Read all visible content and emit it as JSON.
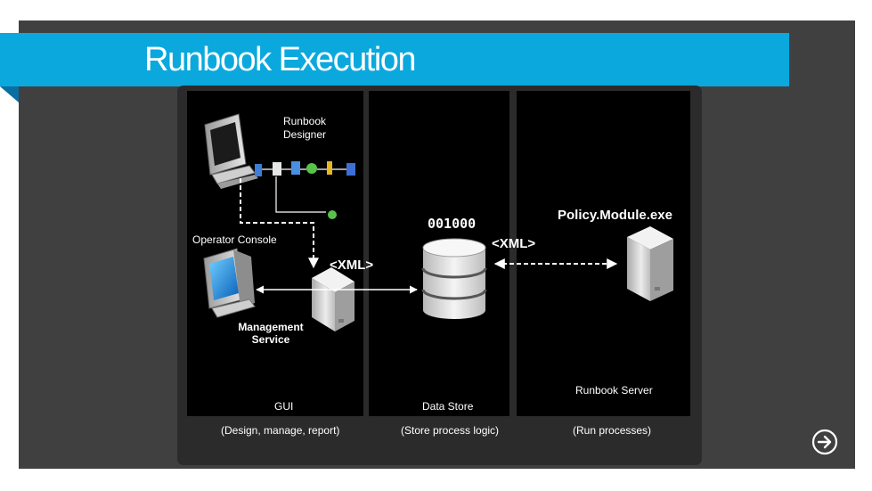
{
  "slide": {
    "title": "Runbook Execution"
  },
  "diagram": {
    "runbook_designer": "Runbook Designer",
    "operator_console": "Operator Console",
    "management_service": "Management Service",
    "binary_label": "001000",
    "xml_left": "<XML>",
    "xml_right": "<XML>",
    "policy_module": "Policy.Module.exe",
    "runbook_server": "Runbook Server",
    "columns": [
      {
        "name": "GUI",
        "description": "(Design, manage, report)"
      },
      {
        "name": "Data Store",
        "description": "(Store process logic)"
      },
      {
        "name": "",
        "description": "(Run processes)"
      }
    ]
  },
  "colors": {
    "accent": "#0ba8de",
    "panel": "#000000",
    "frame": "#2b2b2b",
    "slide_background": "#404040"
  },
  "icons": [
    "workstation-icon",
    "server-icon",
    "database-icon",
    "activity-icon",
    "next-arrow-icon"
  ]
}
